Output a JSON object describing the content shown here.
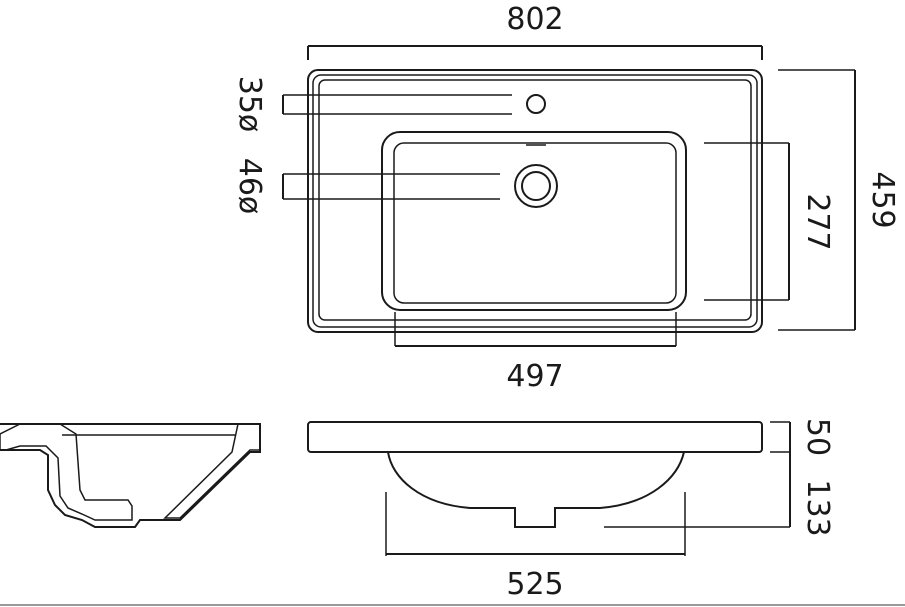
{
  "colors": {
    "line": "#1a1a1a",
    "background": "#ffffff",
    "bottom_rule": "#999999"
  },
  "dimensions": {
    "overall_width": "802",
    "overall_depth": "459",
    "bowl_width": "497",
    "bowl_depth": "277",
    "tap_hole": "35ø",
    "waste_hole": "46ø",
    "rim_height": "50",
    "bowl_height": "133",
    "underside_width": "525"
  }
}
